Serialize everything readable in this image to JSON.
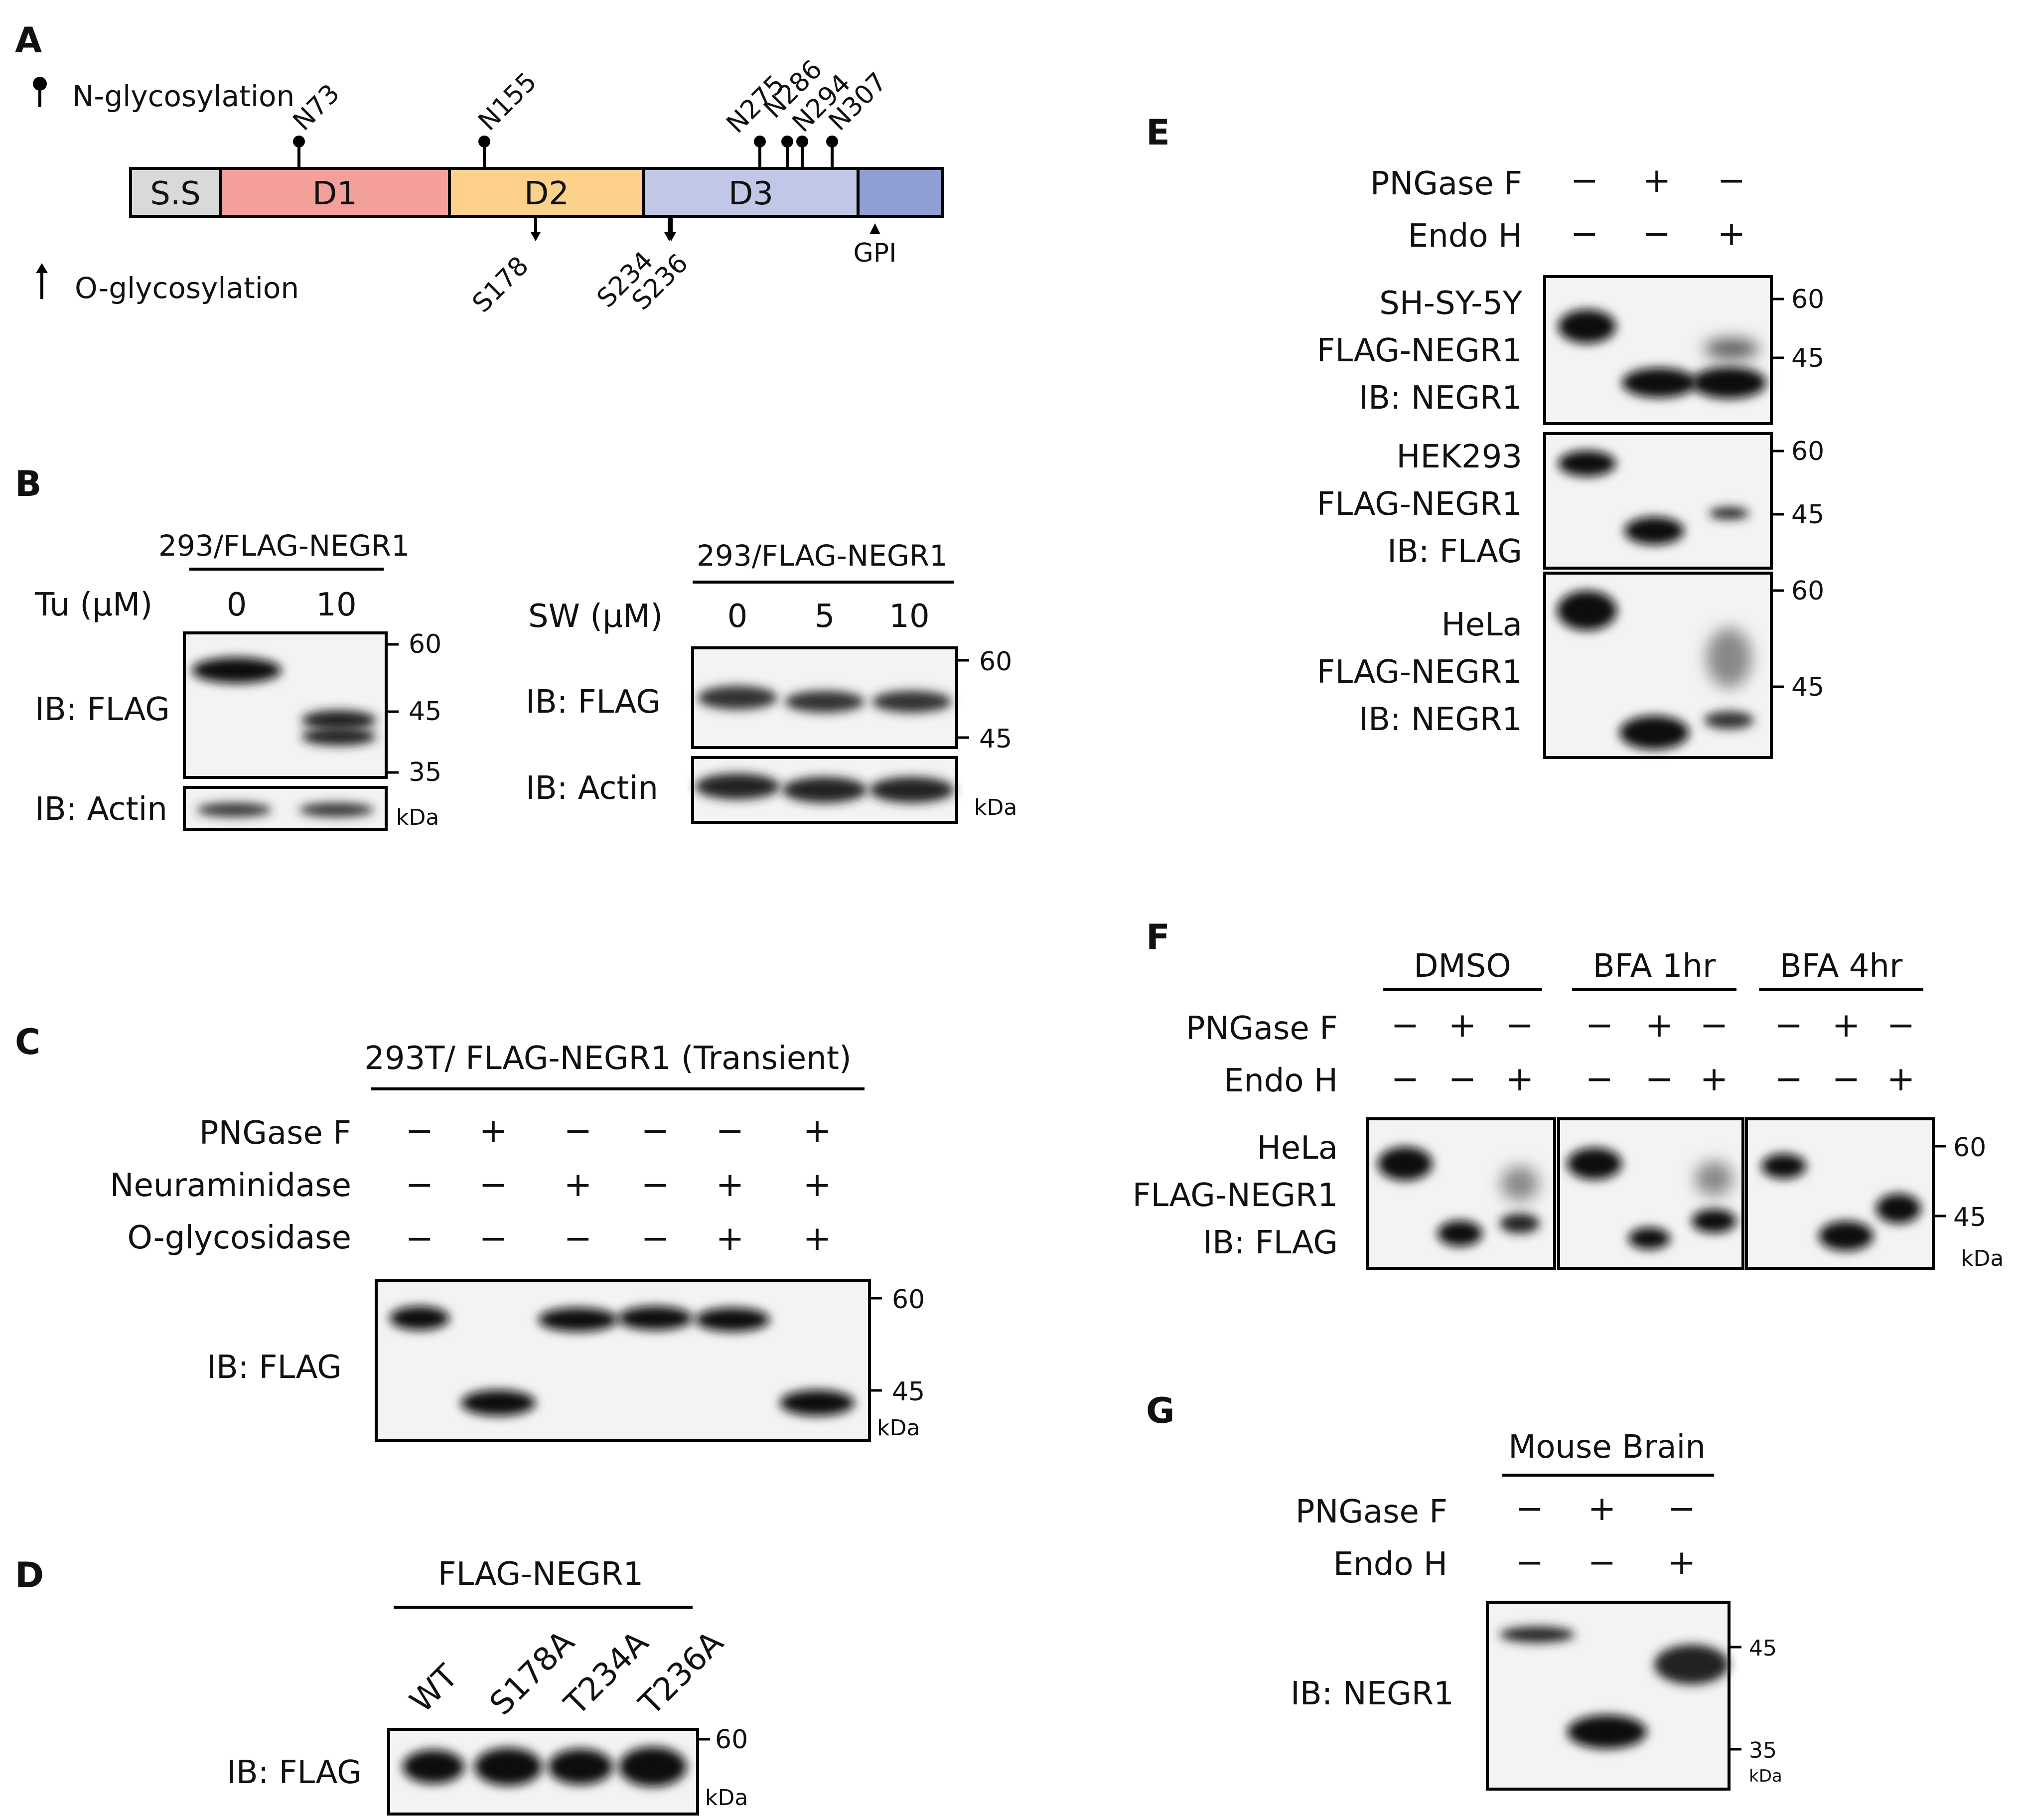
{
  "panel_labels": {
    "a": "A",
    "b": "B",
    "c": "C",
    "d": "D",
    "e": "E",
    "f": "F",
    "g": "G"
  },
  "panel_a": {
    "n_glyco_label": "N-glycosylation",
    "o_glyco_label": "O-glycosylation",
    "domains": [
      {
        "name": "S.S",
        "color": "#d9d9d9"
      },
      {
        "name": "D1",
        "color": "#f4a09a"
      },
      {
        "name": "D2",
        "color": "#fcd18b"
      },
      {
        "name": "D3",
        "color": "#c1c8e7"
      },
      {
        "name": "",
        "color": "#8f9fd4"
      }
    ],
    "n_sites": [
      "N73",
      "N155",
      "N275",
      "N286",
      "N294",
      "N307"
    ],
    "o_sites": [
      "S178",
      "S234",
      "S236"
    ],
    "gpi": "GPI"
  },
  "panel_b": {
    "left": {
      "title": "293/FLAG-NEGR1",
      "treat": "Tu (μM)",
      "lanes": [
        "0",
        "10"
      ],
      "blot1": "IB: FLAG",
      "blot2": "IB: Actin",
      "mw": [
        "60",
        "45",
        "35"
      ],
      "unit": "kDa"
    },
    "right": {
      "title": "293/FLAG-NEGR1",
      "treat": "SW (μM)",
      "lanes": [
        "0",
        "5",
        "10"
      ],
      "blot1": "IB: FLAG",
      "blot2": "IB: Actin",
      "mw": [
        "60",
        "45"
      ],
      "unit": "kDa"
    }
  },
  "panel_c": {
    "title": "293T/ FLAG-NEGR1 (Transient)",
    "rows": [
      {
        "name": "PNGase F",
        "signs": [
          "−",
          "+",
          "−",
          "−",
          "−",
          "+"
        ]
      },
      {
        "name": "Neuraminidase",
        "signs": [
          "−",
          "−",
          "+",
          "−",
          "+",
          "+"
        ]
      },
      {
        "name": "O-glycosidase",
        "signs": [
          "−",
          "−",
          "−",
          "−",
          "+",
          "+"
        ]
      }
    ],
    "blot": "IB: FLAG",
    "mw": [
      "60",
      "45"
    ],
    "unit": "kDa"
  },
  "panel_d": {
    "title": "FLAG-NEGR1",
    "lanes": [
      "WT",
      "S178A",
      "T234A",
      "T236A"
    ],
    "blot": "IB: FLAG",
    "mw": [
      "60"
    ],
    "unit": "kDa"
  },
  "panel_e": {
    "rows": [
      {
        "name": "PNGase F",
        "signs": [
          "−",
          "+",
          "−"
        ]
      },
      {
        "name": "Endo H",
        "signs": [
          "−",
          "−",
          "+"
        ]
      }
    ],
    "blots": [
      {
        "l1": "SH-SY-5Y",
        "l2": "FLAG-NEGR1",
        "l3": "IB: NEGR1",
        "mw": [
          "60",
          "45"
        ]
      },
      {
        "l1": "HEK293",
        "l2": "FLAG-NEGR1",
        "l3": "IB: FLAG",
        "mw": [
          "60",
          "45"
        ]
      },
      {
        "l1": "HeLa",
        "l2": "FLAG-NEGR1",
        "l3": "IB: NEGR1",
        "mw": [
          "60",
          "45"
        ]
      }
    ]
  },
  "panel_f": {
    "groups": [
      "DMSO",
      "BFA 1hr",
      "BFA 4hr"
    ],
    "rows": [
      {
        "name": "PNGase F",
        "signs": [
          "−",
          "+",
          "−"
        ]
      },
      {
        "name": "Endo H",
        "signs": [
          "−",
          "−",
          "+"
        ]
      }
    ],
    "l1": "HeLa",
    "l2": "FLAG-NEGR1",
    "l3": "IB: FLAG",
    "mw": [
      "60",
      "45"
    ],
    "unit": "kDa"
  },
  "panel_g": {
    "title": "Mouse Brain",
    "rows": [
      {
        "name": "PNGase F",
        "signs": [
          "−",
          "+",
          "−"
        ]
      },
      {
        "name": "Endo H",
        "signs": [
          "−",
          "−",
          "+"
        ]
      }
    ],
    "blot": "IB: NEGR1",
    "mw": [
      "45",
      "35"
    ],
    "unit": "kDa"
  }
}
